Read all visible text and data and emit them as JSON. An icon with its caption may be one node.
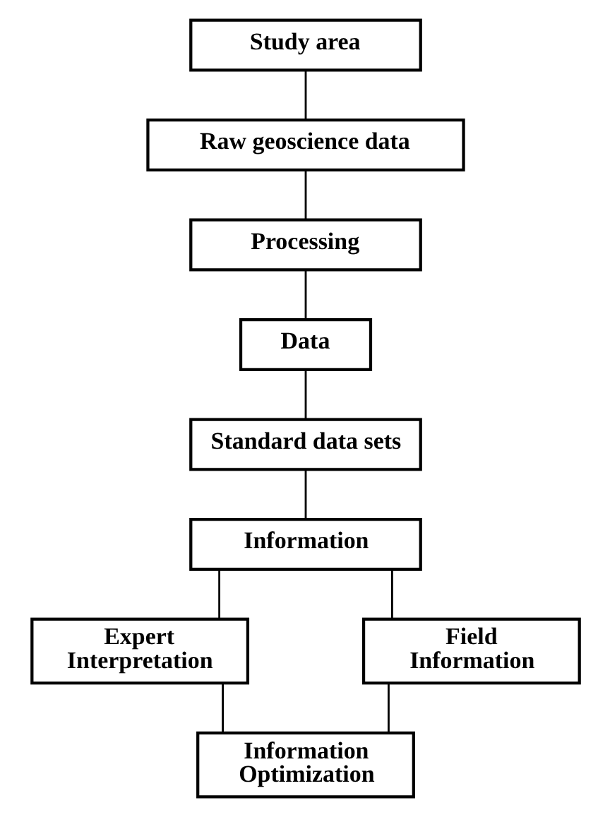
{
  "diagram": {
    "nodes": [
      {
        "text": [
          "Study area"
        ]
      },
      {
        "text": [
          "Raw geoscience data"
        ]
      },
      {
        "text": [
          "Processing"
        ]
      },
      {
        "text": [
          "Data"
        ]
      },
      {
        "text": [
          "Standard data sets"
        ]
      },
      {
        "text": [
          "Information"
        ]
      },
      {
        "text": [
          "Expert Interpretation"
        ]
      },
      {
        "text": [
          "Field Information"
        ]
      },
      {
        "text": [
          "Information Optimization"
        ]
      }
    ],
    "edges": [
      {
        "from": 0,
        "to": 1,
        "arrow": "none"
      },
      {
        "from": 1,
        "to": 2,
        "arrow": "none"
      },
      {
        "from": 2,
        "to": 3,
        "arrow": "none"
      },
      {
        "from": 3,
        "to": 4,
        "arrow": "none"
      },
      {
        "from": 4,
        "to": 5,
        "arrow": "none"
      },
      {
        "from": 5,
        "to": 6,
        "arrow": "none"
      },
      {
        "from": 5,
        "to": 7,
        "arrow": "none"
      },
      {
        "from": 6,
        "to": 8,
        "arrow": "none"
      },
      {
        "from": 7,
        "to": 8,
        "arrow": "none"
      }
    ]
  }
}
